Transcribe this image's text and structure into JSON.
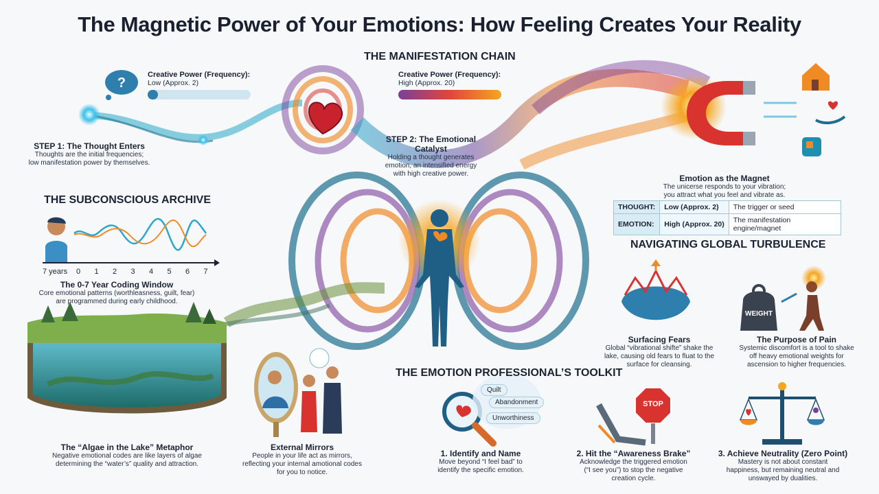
{
  "title": "The Magnetic Power of Your Emotions: How Feeling Creates Your Reality",
  "chain": {
    "heading": "THE MANIFESTATION CHAIN",
    "low_power": {
      "label": "Creative Power (Frequency):",
      "value": "Low (Approx. 2)",
      "level": 0.1
    },
    "high_power": {
      "label": "Creative Power (Frequency):",
      "value": "High (Approx. 20)",
      "level": 1.0
    },
    "step1": {
      "title": "STEP 1: The Thought Enters",
      "line1": "Thoughts are the initial frequencies;",
      "line2": "low manifestation power by themselves."
    },
    "step2": {
      "title": "STEP 2: The Emotional Catalyst",
      "line1": "Holding a thought generates",
      "line2": "emotion, an intensified energy",
      "line3": "with high creative power."
    },
    "magnet": {
      "title": "Emotion as the Magnet",
      "line1": "The unicerse responds to your vibration;",
      "line2": "you attract what you feel and vibrate as."
    },
    "table": [
      {
        "key": "THOUGHT:",
        "value": "Low (Approx. 2)",
        "desc": "The trigger or seed"
      },
      {
        "key": "EMOTION:",
        "value": "High (Approx. 20)",
        "desc": "The manifestation engine/magnet"
      }
    ]
  },
  "archive": {
    "heading": "THE SUBCONSCIOUS ARCHIVE",
    "axis_start": "7 years",
    "ticks": [
      "0",
      "1",
      "2",
      "3",
      "4",
      "5",
      "6",
      "7"
    ],
    "window": {
      "title": "The 0-7 Year Coding Window",
      "line1": "Core emotional patterns (worthleasness, guilt, fear)",
      "line2": "are programmed during early childhood."
    }
  },
  "algae": {
    "title": "The “Algae in the Lake” Metaphor",
    "line1": "Negative emotional codes are like layers of algae",
    "line2": "determining the “water’s” quality and attraction."
  },
  "mirrors": {
    "title": "External Mirrors",
    "line1": "People in your life act as mirrors,",
    "line2": "reflecting your internal amotional codes",
    "line3": "for you to notice."
  },
  "turbulence": {
    "heading": "NAVIGATING GLOBAL TURBULENCE",
    "fears": {
      "title": "Surfacing Fears",
      "line1": "Global “vibrational shifte” shake the",
      "line2": "lake, causing old fears to fluat to the",
      "line3": "surface for cleansing."
    },
    "pain": {
      "title": "The Purpose of Pain",
      "line1": "Systemic discomfort is a tool to shake",
      "line2": "off heavy emotional weights for",
      "line3": "ascension to higher frequencies.",
      "weight_label": "WEIGHT"
    }
  },
  "toolkit": {
    "heading": "THE EMOTION PROFESSIONAL’S TOOLKIT",
    "tags": [
      "Quilt",
      "Abandonment",
      "Unworthiness"
    ],
    "stop_label": "STOP",
    "identify": {
      "title": "1. Identify and Name",
      "line1": "Move beyond “I feel bad” to",
      "line2": "identify the specific emotion."
    },
    "brake": {
      "title": "2. Hit the “Awareness Brake”",
      "line1": "Acknowledge the triggered emotion",
      "line2": "(“I see you”) to stop the negative",
      "line3": "creation cycle."
    },
    "neutral": {
      "title": "3. Achieve Neutrality (Zero Point)",
      "line1": "Mastery is not about constant",
      "line2": "happiness, but remaining neutral and",
      "line3": "unswayed by dualities."
    }
  },
  "colors": {
    "teal": "#1f8fb0",
    "orange": "#f08a24",
    "purple": "#7a3f9a",
    "red": "#d8332f",
    "navy": "#1b2233"
  },
  "icons": [
    "question-bubble-icon",
    "heart-icon",
    "magnet-icon",
    "house-icon",
    "hand-heart-icon",
    "puzzle-icon",
    "child-icon",
    "magnifier-icon",
    "stop-sign-icon",
    "scale-icon",
    "weight-icon",
    "mirror-icon",
    "lake-icon",
    "wave-arrow-icon"
  ]
}
